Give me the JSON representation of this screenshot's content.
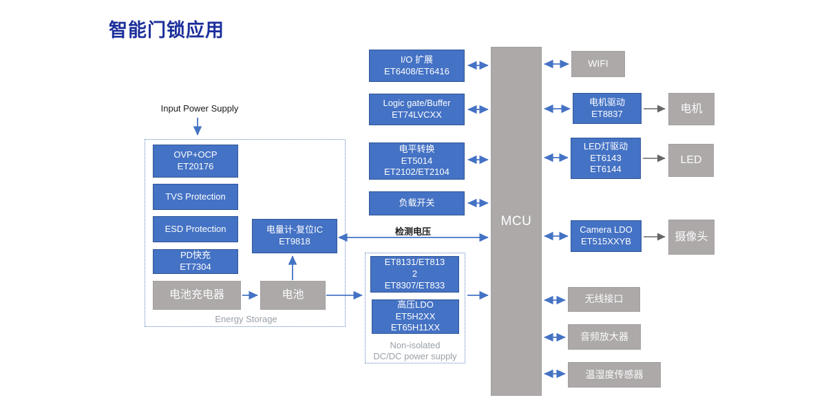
{
  "title": "智能门锁应用",
  "colors": {
    "title_blue": "#1C2F9B",
    "block_blue": "#4472C4",
    "block_gray": "#ADA9A9",
    "arrow_blue": "#4472C4",
    "arrow_gray": "#666666"
  },
  "power_section": {
    "input_label": "Input Power Supply",
    "group_label": "Energy Storage",
    "blocks": {
      "ovp": {
        "lines": [
          "OVP+OCP",
          "ET20176"
        ]
      },
      "tvs": {
        "lines": [
          "TVS Protection"
        ]
      },
      "esd": {
        "lines": [
          "ESD Protection"
        ]
      },
      "pd": {
        "lines": [
          "PD快充",
          "ET7304"
        ]
      },
      "charger": {
        "label": "电池充电器"
      },
      "battery": {
        "label": "电池"
      },
      "gauge": {
        "lines": [
          "电量计-复位IC",
          "ET9818"
        ]
      }
    }
  },
  "mcu_label": "MCU",
  "middle": {
    "io": {
      "lines": [
        "I/O 扩展",
        "ET6408/ET6416"
      ]
    },
    "logic": {
      "lines": [
        "Logic gate/Buffer",
        "ET74LVCXX"
      ]
    },
    "level": {
      "lines": [
        "电平转换",
        "ET5014",
        "ET2102/ET2104"
      ]
    },
    "load_switch": {
      "lines": [
        "负载开关"
      ]
    },
    "detect_label": "检测电压",
    "dcdc": {
      "buck": {
        "lines": [
          "ET8131/ET813",
          "2",
          "ET8307/ET833"
        ]
      },
      "ldo": {
        "lines": [
          "高压LDO",
          "ET5H2XX",
          "ET65H11XX"
        ]
      },
      "group_label_lines": [
        "Non-isolated",
        "DC/DC power supply"
      ]
    }
  },
  "right": {
    "wifi": {
      "label": "WIFI"
    },
    "motor_drv": {
      "lines": [
        "电机驱动",
        "ET8837"
      ]
    },
    "motor": {
      "label": "电机"
    },
    "led_drv": {
      "lines": [
        "LED灯驱动",
        "ET6143",
        "ET6144"
      ]
    },
    "led": {
      "label": "LED"
    },
    "camera_ldo": {
      "lines": [
        "Camera LDO",
        "ET515XXYB"
      ]
    },
    "camera": {
      "label": "摄像头"
    },
    "wireless": {
      "label": "无线接口"
    },
    "audio": {
      "label": "音频放大器"
    },
    "temp": {
      "label": "温湿度传感器"
    }
  }
}
